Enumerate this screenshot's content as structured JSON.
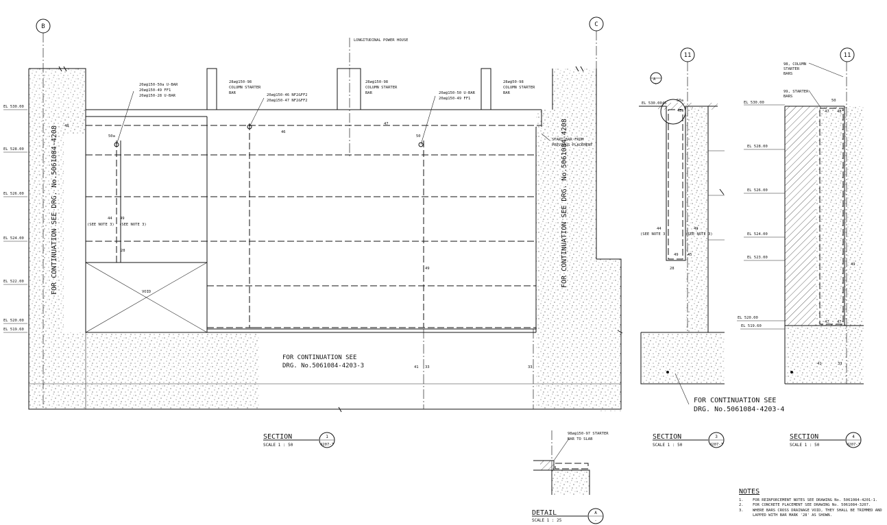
{
  "grid": {
    "b": "B",
    "c": "C",
    "eleven_a": "11",
    "eleven_b": "11"
  },
  "centerline_label": "LONGITUDINAL POWER HOUSE",
  "levels_main": [
    "EL 530.00",
    "EL 528.00",
    "EL 526.00",
    "EL 524.00",
    "EL 522.00",
    "EL 520.00",
    "EL 519.60"
  ],
  "levels_sec3": [
    "EL 530.00"
  ],
  "levels_sec4": [
    "EL 530.00",
    "EL 528.00",
    "EL 526.00",
    "EL 524.00",
    "EL 523.00",
    "EL 520.00",
    "EL 519.60"
  ],
  "bar_callouts": {
    "c1": [
      "20ø@150-50a U-BAR",
      "20ø@150-49 FF1",
      "20ø@150-28 U-BAR"
    ],
    "c2": [
      "28ø@150-98",
      "COLUMN STARTER",
      "BAR"
    ],
    "c3": [
      "20ø@150-46 NF2&FF2",
      "20ø@150-47 NF2&FF2"
    ],
    "c4": [
      "28ø@150-98",
      "COLUMN STARTER",
      "BAR"
    ],
    "c5": [
      "20ø@150-50 U-BAR",
      "20ø@150-49 FF1"
    ],
    "c6": [
      "28ø@50-98",
      "COLUMN STARTER",
      "BAR"
    ],
    "start_bar": [
      "START BAR FROM",
      "PREVIOUS PLACEMENT"
    ]
  },
  "marks": {
    "m48": "48",
    "m50a": "50a",
    "m46": "46",
    "m47": "47",
    "m50": "50",
    "m44": "44",
    "m49": "49",
    "m28": "28",
    "m49b": "49",
    "m41": "41",
    "m33": "33",
    "m33b": "33",
    "s3_45": "45",
    "s3_50a": "50a",
    "s3_45b": "45",
    "s3_44": "44",
    "s3_49": "49",
    "s3_49b": "49",
    "s3_45c": "45",
    "s3_28": "28",
    "s4_50": "50",
    "s4_47": "47",
    "s4_48": "48",
    "s4_49": "49",
    "s4_47b": "47",
    "s4_47c": "47",
    "s4_41": "41",
    "s4_33": "33"
  },
  "see_note": "(SEE NOTE 3)",
  "void_label": "VOID",
  "continuation_left": "FOR CONTINUATION SEE DRG. No.5061084-4208",
  "continuation_right": "FOR CONTINUATION SEE DRG. No.5061084-4208",
  "continuation_bottom": [
    "FOR CONTINUATION SEE",
    "DRG. No.5061084-4203-3"
  ],
  "continuation_sec34": [
    "FOR CONTINUATION SEE",
    "DRG. No.5061084-4203-4"
  ],
  "sec4_labels": {
    "col_starter": [
      "98, COLUMN",
      "STARTER",
      "BARS"
    ],
    "starter": [
      "99, STARTER",
      "BARS"
    ]
  },
  "detail_a_callout": [
    "98ø@150-97 STARTER",
    "BAR TO SLAB"
  ],
  "title_blocks": {
    "s1": {
      "title": "SECTION",
      "scale": "SCALE 1 : 50",
      "num": "1",
      "ref": "4207-7"
    },
    "s3": {
      "title": "SECTION",
      "scale": "SCALE 1 : 50",
      "num": "3",
      "ref": "4207-7"
    },
    "s4": {
      "title": "SECTION",
      "scale": "SCALE 1 : 50",
      "num": "4",
      "ref": "4207-7"
    },
    "detail": {
      "title": "DETAIL",
      "scale": "SCALE 1 : 25",
      "num": "A",
      "ref": "-"
    },
    "detail_tag": {
      "num": "A",
      "ref": "-"
    }
  },
  "notes": {
    "title": "NOTES",
    "items": [
      {
        "n": "1.",
        "t": "FOR REINFORCEMENT NOTES SEE DRAWING No. 5061084-4201-1."
      },
      {
        "n": "2.",
        "t": "FOR CONCRETE PLACEMENT SEE DRAWING No. 5061084-3207."
      },
      {
        "n": "3.",
        "t": "WHERE BARS CROSS DRAINAGE VOID, THEY SHALL BE TRIMMED AND"
      },
      {
        "n": "",
        "t": "LAPPED WITH BAR MARK '28' AS SHOWN."
      }
    ]
  }
}
